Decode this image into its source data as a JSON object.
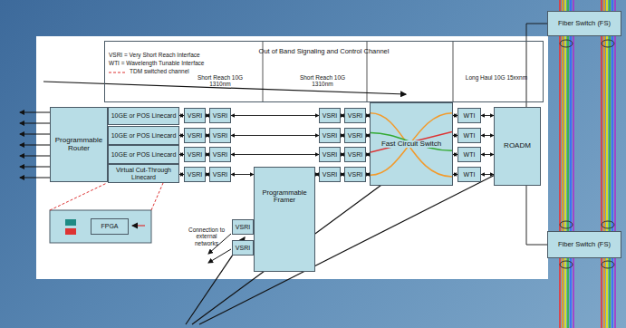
{
  "diagram": {
    "nodes": [
      {
        "text": [
          "Out of Band Signaling and Control Channel"
        ]
      },
      {
        "text": [
          "Programmable Router"
        ]
      },
      {
        "text": [
          "10GE or POS Linecard"
        ]
      },
      {
        "text": [
          "10GE or POS Linecard"
        ]
      },
      {
        "text": [
          "10GE or POS Linecard"
        ]
      },
      {
        "text": [
          "Virtual Cut-Through Linecard"
        ]
      },
      {
        "text": [
          "VSRI"
        ]
      },
      {
        "text": [
          "VSRI"
        ]
      },
      {
        "text": [
          "VSRI"
        ]
      },
      {
        "text": [
          "VSRI"
        ]
      },
      {
        "text": [
          "VSRI"
        ]
      },
      {
        "text": [
          "VSRI"
        ]
      },
      {
        "text": [
          "VSRI"
        ]
      },
      {
        "text": [
          "VSRI"
        ]
      },
      {
        "text": [
          "Programmable Framer"
        ]
      },
      {
        "text": [
          "VSRI"
        ]
      },
      {
        "text": [
          "VSRI"
        ]
      },
      {
        "text": [
          "VSRI"
        ]
      },
      {
        "text": [
          "VSRI"
        ]
      },
      {
        "text": [
          "VSRI"
        ]
      },
      {
        "text": [
          "VSRI"
        ]
      },
      {
        "text": [
          "VSRI"
        ]
      },
      {
        "text": [
          "VSRI"
        ]
      },
      {
        "text": [
          "VSRI"
        ]
      },
      {
        "text": [
          "VSRI"
        ]
      },
      {
        "text": [
          "Fast Circuit Switch"
        ]
      },
      {
        "text": [
          "WTI"
        ]
      },
      {
        "text": [
          "WTI"
        ]
      },
      {
        "text": [
          "WTI"
        ]
      },
      {
        "text": [
          "WTI"
        ]
      },
      {
        "text": [
          "ROADM"
        ]
      },
      {
        "text": [
          "Fiber Switch (FS)"
        ]
      },
      {
        "text": [
          "Fiber Switch (FS)"
        ]
      },
      {
        "text": [
          "FPGA"
        ]
      }
    ],
    "edges": [
      {
        "from": 2,
        "to": 6,
        "arrow": "both"
      },
      {
        "from": 3,
        "to": 7,
        "arrow": "both"
      },
      {
        "from": 4,
        "to": 8,
        "arrow": "both"
      },
      {
        "from": 5,
        "to": 9,
        "arrow": "both"
      },
      {
        "from": 6,
        "to": 10,
        "arrow": "both"
      },
      {
        "from": 7,
        "to": 11,
        "arrow": "both"
      },
      {
        "from": 8,
        "to": 12,
        "arrow": "both"
      },
      {
        "from": 9,
        "to": 13,
        "arrow": "both"
      },
      {
        "from": 10,
        "to": 17,
        "arrow": "both"
      },
      {
        "from": 11,
        "to": 18,
        "arrow": "both"
      },
      {
        "from": 12,
        "to": 19,
        "arrow": "both"
      },
      {
        "from": 13,
        "to": 14,
        "arrow": "both"
      },
      {
        "from": 14,
        "to": 20,
        "arrow": "both"
      },
      {
        "from": 14,
        "to": 15,
        "arrow": "both"
      },
      {
        "from": 14,
        "to": 16,
        "arrow": "both"
      },
      {
        "from": 17,
        "to": 21,
        "arrow": "both"
      },
      {
        "from": 18,
        "to": 22,
        "arrow": "both"
      },
      {
        "from": 19,
        "to": 23,
        "arrow": "both"
      },
      {
        "from": 20,
        "to": 24,
        "arrow": "both"
      },
      {
        "from": 21,
        "to": 25,
        "arrow": "both"
      },
      {
        "from": 22,
        "to": 25,
        "arrow": "both"
      },
      {
        "from": 23,
        "to": 25,
        "arrow": "both"
      },
      {
        "from": 24,
        "to": 25,
        "arrow": "both"
      },
      {
        "from": 25,
        "to": 26,
        "arrow": "both"
      },
      {
        "from": 25,
        "to": 27,
        "arrow": "both"
      },
      {
        "from": 25,
        "to": 28,
        "arrow": "both"
      },
      {
        "from": 25,
        "to": 29,
        "arrow": "both"
      },
      {
        "from": 26,
        "to": 30,
        "arrow": "both"
      },
      {
        "from": 27,
        "to": 30,
        "arrow": "both"
      },
      {
        "from": 28,
        "to": 30,
        "arrow": "both"
      },
      {
        "from": 29,
        "to": 30,
        "arrow": "both"
      },
      {
        "from": 30,
        "to": 31,
        "arrow": "none"
      },
      {
        "from": 30,
        "to": 32,
        "arrow": "none"
      }
    ],
    "labels": [
      "VSRI = Very Short Reach Interface",
      "WTI = Wavelength Tunable Interface",
      "Short Reach 10G 1310nm",
      "Short Reach 10G 1310nm",
      "Long Haul 10G 15xxnm",
      "Connection to external networks"
    ],
    "legend": [
      {
        "text": "TDM switched channel"
      }
    ]
  }
}
